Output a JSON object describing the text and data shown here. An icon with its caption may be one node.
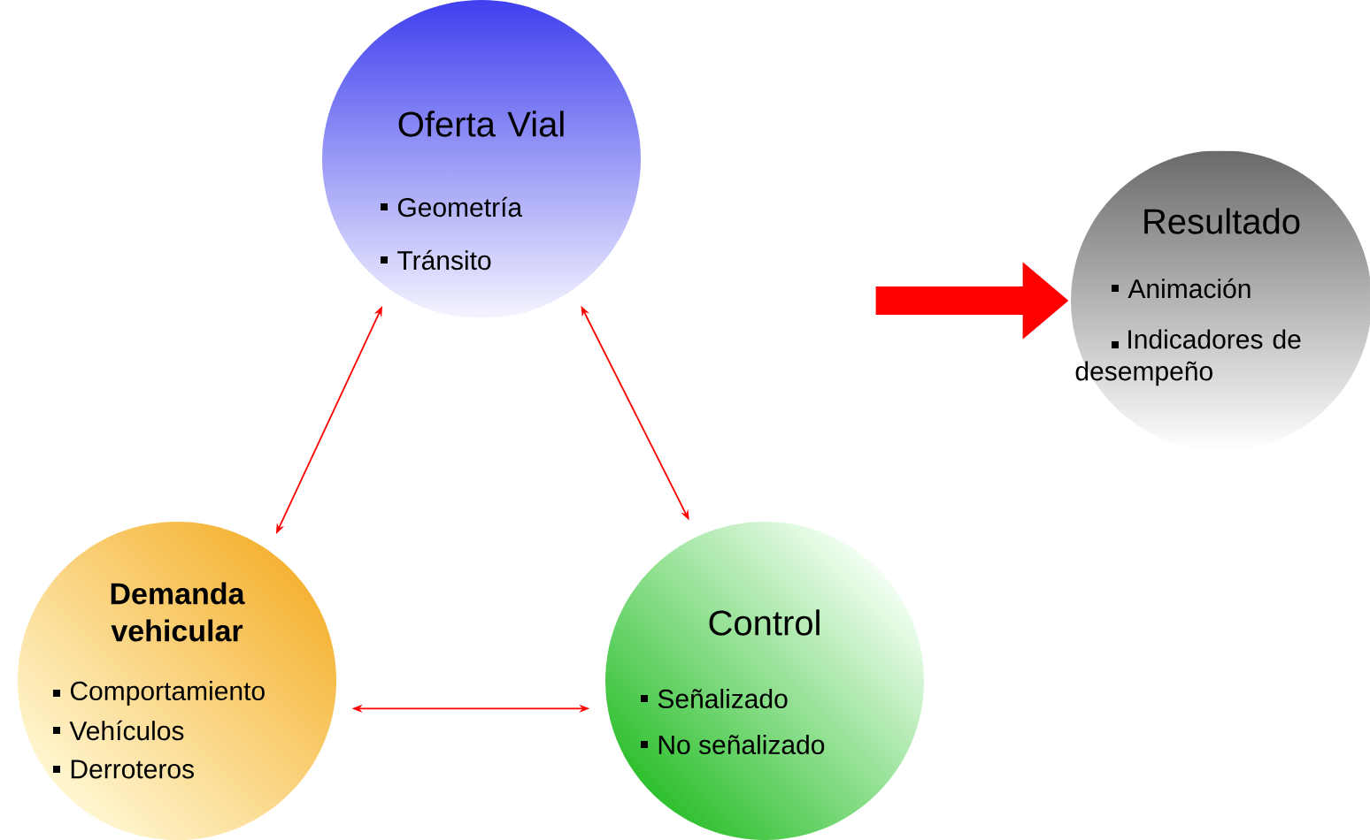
{
  "diagram": {
    "nodes": [
      {
        "text": [
          "Oferta Vial",
          "Geometría",
          "Tránsito"
        ]
      },
      {
        "text": [
          "Demanda vehicular",
          "Comportamiento",
          "Vehículos",
          "Derroteros"
        ]
      },
      {
        "text": [
          "Control",
          "Señalizado",
          "No señalizado"
        ]
      },
      {
        "text": [
          "Resultado",
          "Animación",
          "Indicadores de desempeño"
        ]
      }
    ],
    "edges": [
      {
        "from": 0,
        "to": 1,
        "arrow": "both"
      },
      {
        "from": 0,
        "to": 2,
        "arrow": "both"
      },
      {
        "from": 1,
        "to": 2,
        "arrow": "both"
      },
      {
        "from": null,
        "to": 3,
        "arrow": "to",
        "style": "thick",
        "color": "#ff0000"
      }
    ]
  }
}
